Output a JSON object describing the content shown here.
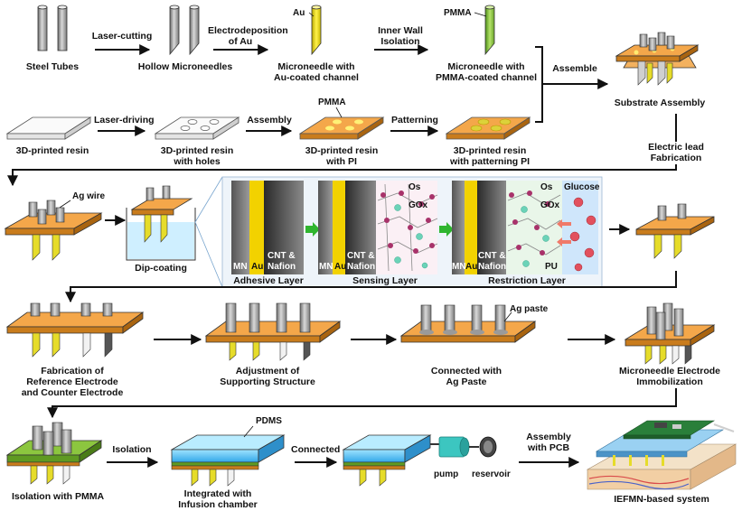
{
  "row1": {
    "steel_tubes": "Steel Tubes",
    "laser_cutting": "Laser-cutting",
    "hollow_microneedles": "Hollow Microneedles",
    "electrodeposition": [
      "Electrodeposition",
      "of Au"
    ],
    "au_tag": "Au",
    "mn_au_channel": [
      "Microneedle with",
      "Au-coated channel"
    ],
    "inner_wall": [
      "Inner Wall",
      "Isolation"
    ],
    "pmma_tag": "PMMA",
    "mn_pmma_channel": [
      "Microneedle with",
      "PMMA-coated channel"
    ],
    "assemble": "Assemble",
    "substrate_assembly": "Substrate Assembly"
  },
  "row2": {
    "resin": "3D-printed resin",
    "laser_driving": "Laser-driving",
    "resin_holes": [
      "3D-printed resin",
      "with holes"
    ],
    "assembly": "Assembly",
    "pmma_tag": "PMMA",
    "resin_pi": [
      "3D-printed resin",
      "with PI"
    ],
    "patterning": "Patterning",
    "resin_pattern_pi": [
      "3D-printed resin",
      "with patterning PI"
    ],
    "electric_lead": [
      "Electric lead",
      "Fabrication"
    ]
  },
  "row3": {
    "ag_wire": "Ag wire",
    "dip_coating": "Dip-coating",
    "adhesive_layer": "Adhesive Layer",
    "sensing_layer": "Sensing Layer",
    "restriction_layer": "Restriction Layer",
    "mn": "MN",
    "au": "Au",
    "cnt_nafion": [
      "CNT &",
      "Nafion"
    ],
    "os": "Os",
    "gox": "GOx",
    "glucose": "Glucose",
    "pu": "PU"
  },
  "row4": {
    "ref_counter": [
      "Fabrication of",
      "Reference Electrode",
      "and Counter Electrode"
    ],
    "adjust_support": [
      "Adjustment of",
      "Supporting Structure"
    ],
    "ag_paste_tag": "Ag paste",
    "connected_ag": [
      "Connected with",
      "Ag Paste"
    ],
    "mn_immob": [
      "Microneedle Electrode",
      "Immobilization"
    ]
  },
  "row5": {
    "isolation_pmma": "Isolation with PMMA",
    "isolation": "Isolation",
    "pdms_tag": "PDMS",
    "infusion": [
      "Integrated with",
      "Infusion chamber"
    ],
    "connected": "Connected",
    "pump": "pump",
    "reservoir": "reservoir",
    "assembly_pcb": [
      "Assembly",
      "with PCB"
    ],
    "system": "IEFMN-based system"
  }
}
